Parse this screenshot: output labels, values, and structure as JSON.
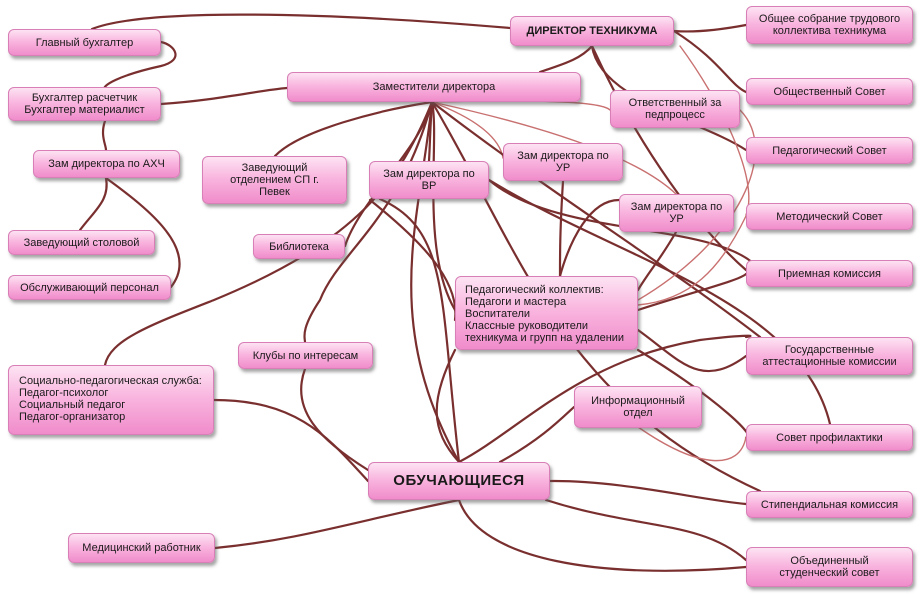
{
  "nodes": {
    "director": "ДИРЕКТОР ТЕХНИКУМА",
    "chief_accountant": "Главный бухгалтер",
    "accountants": "Бухгалтер расчетчик\nБухгалтер материалист",
    "deputies": "Заместители директора",
    "responsible": "Ответственный за\nпедпроцесс",
    "general_meeting": "Общее собрание трудового\nколлектива техникума",
    "public_council": "Общественный Совет",
    "ped_council": "Педагогический Совет",
    "method_council": "Методический Совет",
    "admission": "Приемная комиссия",
    "state_exam": "Государственные\nаттестационные комиссии",
    "prevention": "Совет профилактики",
    "stipend": "Стипендиальная комиссия",
    "student_council": "Объединенный\nстуденческий совет",
    "deputy_ahch": "Зам директора по АХЧ",
    "canteen": "Заведующий столовой",
    "service_staff": "Обслуживающий персонал",
    "branch_head": "Заведующий\nотделением СП г.\nПевек",
    "library": "Библиотека",
    "deputy_vr": "Зам директора по\nВР",
    "deputy_ur1": "Зам директора по\nУР",
    "deputy_ur2": "Зам директора по\nУР",
    "ped_collective": "Педагогический коллектив:\nПедагоги и мастера\nВоспитатели\nКлассные руководители\nтехникума и групп на удалении",
    "clubs": "Клубы по интересам",
    "social_service": "Социально-педагогическая служба:\nПедагог-психолог\nСоциальный педагог\nПедагог-организатор",
    "info_dept": "Информационный\nотдел",
    "students": "ОБУЧАЮЩИЕСЯ",
    "medic": "Медицинский работник"
  },
  "colors": {
    "link": "#7a2f2f",
    "link_light": "#c97070",
    "node_top": "#fde3f3",
    "node_bottom": "#f08ccb"
  }
}
